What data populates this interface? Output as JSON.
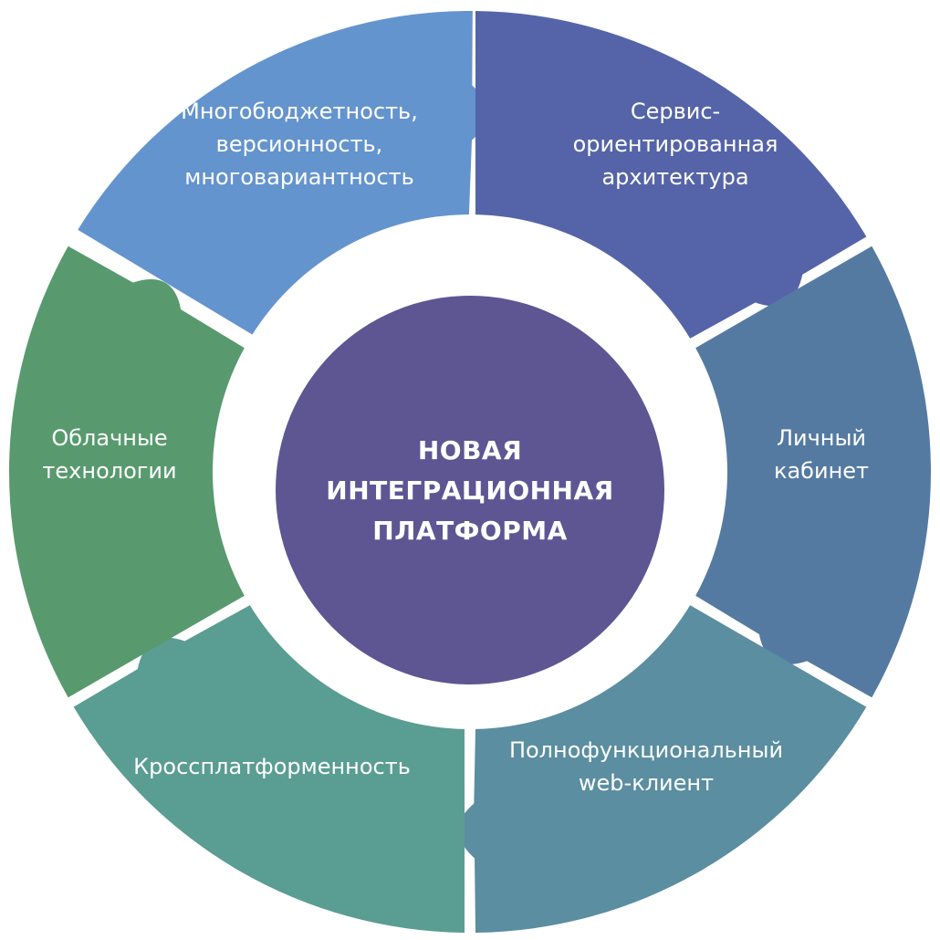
{
  "center": {
    "lines": [
      "НОВАЯ",
      "ИНТЕГРАЦИОННАЯ",
      "ПЛАТФОРМА"
    ],
    "color": "#5e5593"
  },
  "segments": [
    {
      "id": "multibudget",
      "lines": [
        "Многобюджетность,",
        "версионность,",
        "многовариантность"
      ],
      "color": "#6494ce"
    },
    {
      "id": "soa",
      "lines": [
        "Сервис-",
        "ориентированная",
        "архитектура"
      ],
      "color": "#5564a8"
    },
    {
      "id": "personal-account",
      "lines": [
        "Личный",
        "кабинет"
      ],
      "color": "#557aa1"
    },
    {
      "id": "web-client",
      "lines": [
        "Полнофункциональный",
        "web-клиент"
      ],
      "color": "#5a8ea0"
    },
    {
      "id": "crossplatform",
      "lines": [
        "Кроссплатформенность"
      ],
      "color": "#5a9d92"
    },
    {
      "id": "cloud",
      "lines": [
        "Облачные",
        "технологии"
      ],
      "color": "#589a6e"
    }
  ]
}
